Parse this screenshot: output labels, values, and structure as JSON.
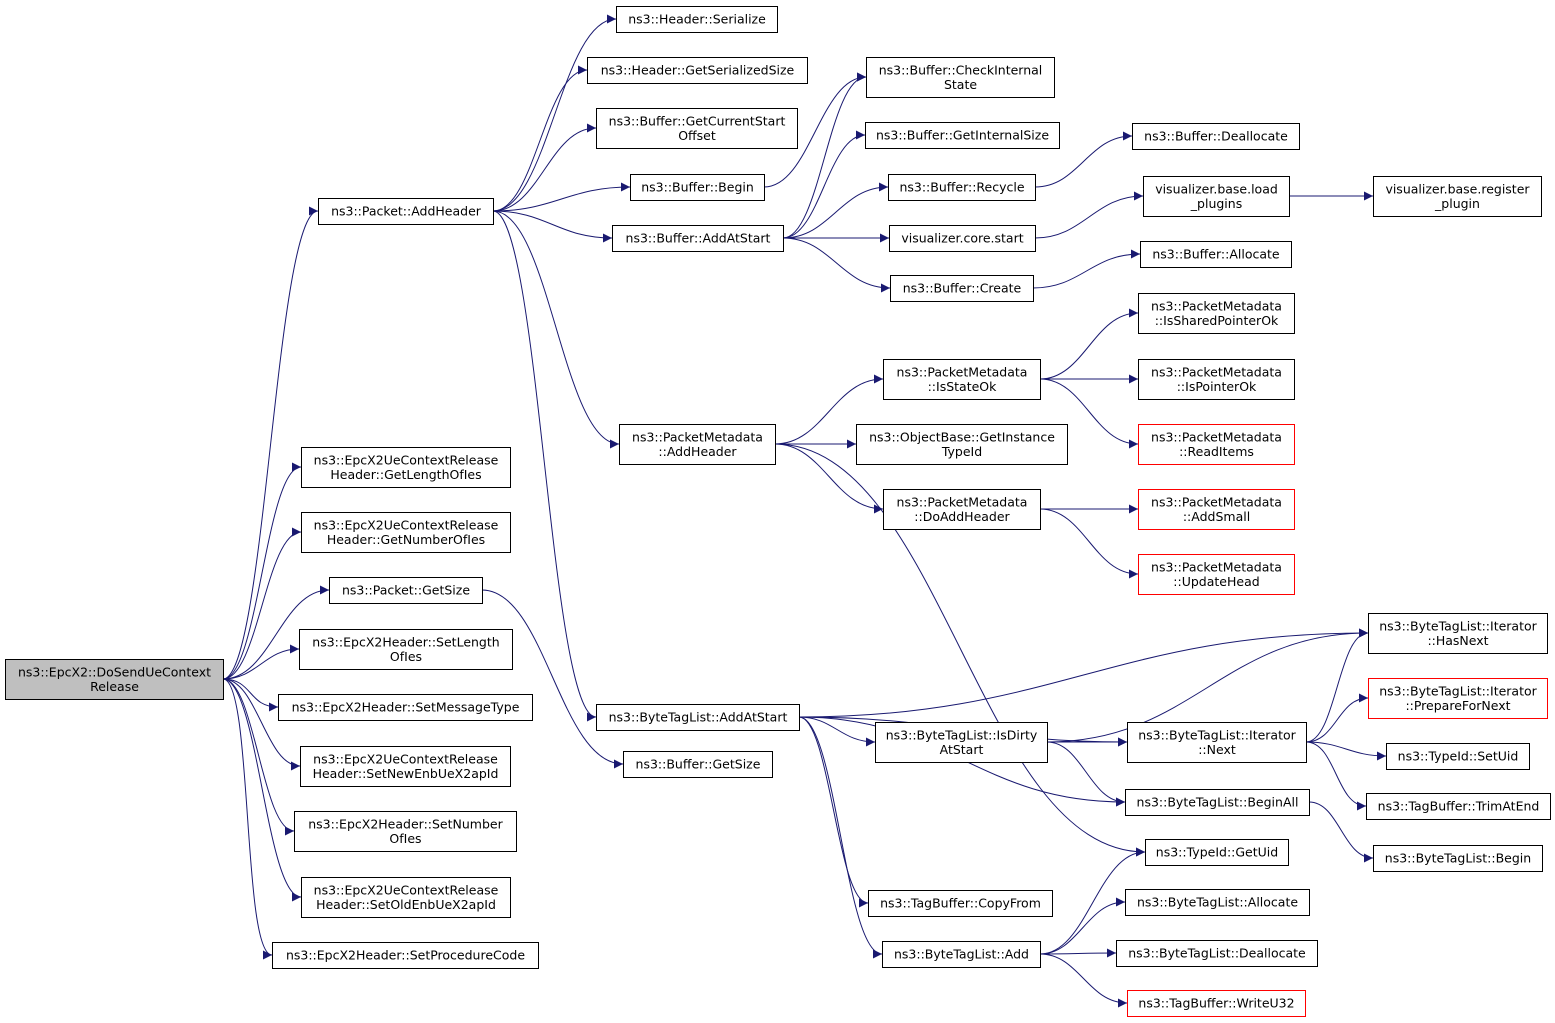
{
  "colors": {
    "edge": "#191970",
    "border": "#000000",
    "border_truncated": "#ff0000",
    "root_fill": "#bfbfbf",
    "node_fill": "#ffffff",
    "text": "#000000"
  },
  "root": "root",
  "nodes": {
    "root": [
      "ns3::EpcX2::DoSendUeContext",
      "Release"
    ],
    "packet_addheader": [
      "ns3::Packet::AddHeader"
    ],
    "ue_getlength": [
      "ns3::EpcX2UeContextRelease",
      "Header::GetLengthOfIes"
    ],
    "ue_getnumber": [
      "ns3::EpcX2UeContextRelease",
      "Header::GetNumberOfIes"
    ],
    "packet_getsize": [
      "ns3::Packet::GetSize"
    ],
    "hdr_setlength": [
      "ns3::EpcX2Header::SetLength",
      "OfIes"
    ],
    "hdr_setmsgtype": [
      "ns3::EpcX2Header::SetMessageType"
    ],
    "ue_setnewenb": [
      "ns3::EpcX2UeContextRelease",
      "Header::SetNewEnbUeX2apId"
    ],
    "hdr_setnumber": [
      "ns3::EpcX2Header::SetNumber",
      "OfIes"
    ],
    "ue_setoldenb": [
      "ns3::EpcX2UeContextRelease",
      "Header::SetOldEnbUeX2apId"
    ],
    "hdr_setproc": [
      "ns3::EpcX2Header::SetProcedureCode"
    ],
    "header_serialize": [
      "ns3::Header::Serialize"
    ],
    "header_getsersize": [
      "ns3::Header::GetSerializedSize"
    ],
    "buf_getcurstart": [
      "ns3::Buffer::GetCurrentStart",
      "Offset"
    ],
    "buf_begin": [
      "ns3::Buffer::Begin"
    ],
    "buf_addatstart": [
      "ns3::Buffer::AddAtStart"
    ],
    "pm_addheader": [
      "ns3::PacketMetadata",
      "::AddHeader"
    ],
    "btl_addatstart": [
      "ns3::ByteTagList::AddAtStart"
    ],
    "buf_getsize": [
      "ns3::Buffer::GetSize"
    ],
    "buf_checkinternal": [
      "ns3::Buffer::CheckInternal",
      "State"
    ],
    "buf_getinternalsize": [
      "ns3::Buffer::GetInternalSize"
    ],
    "buf_recycle": [
      "ns3::Buffer::Recycle"
    ],
    "vis_core_start": [
      "visualizer.core.start"
    ],
    "buf_create": [
      "ns3::Buffer::Create"
    ],
    "buf_deallocate": [
      "ns3::Buffer::Deallocate"
    ],
    "vis_load_plugins": [
      "visualizer.base.load",
      "_plugins"
    ],
    "vis_register_plugin": [
      "visualizer.base.register",
      "_plugin"
    ],
    "buf_allocate": [
      "ns3::Buffer::Allocate"
    ],
    "pm_isstateok": [
      "ns3::PacketMetadata",
      "::IsStateOk"
    ],
    "ob_getinstancetypeid": [
      "ns3::ObjectBase::GetInstance",
      "TypeId"
    ],
    "pm_doaddheader": [
      "ns3::PacketMetadata",
      "::DoAddHeader"
    ],
    "pm_issharedptrok": [
      "ns3::PacketMetadata",
      "::IsSharedPointerOk"
    ],
    "pm_ispointerok": [
      "ns3::PacketMetadata",
      "::IsPointerOk"
    ],
    "pm_readitems": [
      "ns3::PacketMetadata",
      "::ReadItems"
    ],
    "pm_addsmall": [
      "ns3::PacketMetadata",
      "::AddSmall"
    ],
    "pm_updatehead": [
      "ns3::PacketMetadata",
      "::UpdateHead"
    ],
    "btl_isdirtyatstart": [
      "ns3::ByteTagList::IsDirty",
      "AtStart"
    ],
    "tb_copyfrom": [
      "ns3::TagBuffer::CopyFrom"
    ],
    "btl_add": [
      "ns3::ByteTagList::Add"
    ],
    "it_hasnext": [
      "ns3::ByteTagList::Iterator",
      "::HasNext"
    ],
    "it_next": [
      "ns3::ByteTagList::Iterator",
      "::Next"
    ],
    "btl_beginall": [
      "ns3::ByteTagList::BeginAll"
    ],
    "typeid_getuid": [
      "ns3::TypeId::GetUid"
    ],
    "btl_allocate": [
      "ns3::ByteTagList::Allocate"
    ],
    "btl_deallocate": [
      "ns3::ByteTagList::Deallocate"
    ],
    "tb_writeu32": [
      "ns3::TagBuffer::WriteU32"
    ],
    "it_preparefornext": [
      "ns3::ByteTagList::Iterator",
      "::PrepareForNext"
    ],
    "typeid_setuid": [
      "ns3::TypeId::SetUid"
    ],
    "tb_trimatend": [
      "ns3::TagBuffer::TrimAtEnd"
    ],
    "btl_begin": [
      "ns3::ByteTagList::Begin"
    ]
  },
  "truncated": [
    "pm_readitems",
    "pm_addsmall",
    "pm_updatehead",
    "tb_writeu32",
    "it_preparefornext"
  ],
  "edges": [
    [
      "root",
      "packet_addheader"
    ],
    [
      "root",
      "ue_getlength"
    ],
    [
      "root",
      "ue_getnumber"
    ],
    [
      "root",
      "packet_getsize"
    ],
    [
      "root",
      "hdr_setlength"
    ],
    [
      "root",
      "hdr_setmsgtype"
    ],
    [
      "root",
      "ue_setnewenb"
    ],
    [
      "root",
      "hdr_setnumber"
    ],
    [
      "root",
      "ue_setoldenb"
    ],
    [
      "root",
      "hdr_setproc"
    ],
    [
      "packet_addheader",
      "header_serialize"
    ],
    [
      "packet_addheader",
      "header_getsersize"
    ],
    [
      "packet_addheader",
      "buf_getcurstart"
    ],
    [
      "packet_addheader",
      "buf_begin"
    ],
    [
      "packet_addheader",
      "buf_addatstart"
    ],
    [
      "packet_addheader",
      "pm_addheader"
    ],
    [
      "packet_addheader",
      "btl_addatstart"
    ],
    [
      "packet_getsize",
      "buf_getsize"
    ],
    [
      "buf_begin",
      "buf_checkinternal"
    ],
    [
      "buf_addatstart",
      "buf_checkinternal"
    ],
    [
      "buf_addatstart",
      "buf_getinternalsize"
    ],
    [
      "buf_addatstart",
      "buf_recycle"
    ],
    [
      "buf_addatstart",
      "vis_core_start"
    ],
    [
      "buf_addatstart",
      "buf_create"
    ],
    [
      "buf_recycle",
      "buf_deallocate"
    ],
    [
      "vis_core_start",
      "vis_load_plugins"
    ],
    [
      "vis_load_plugins",
      "vis_register_plugin"
    ],
    [
      "buf_create",
      "buf_allocate"
    ],
    [
      "pm_addheader",
      "pm_isstateok"
    ],
    [
      "pm_addheader",
      "ob_getinstancetypeid"
    ],
    [
      "pm_addheader",
      "pm_doaddheader"
    ],
    [
      "pm_addheader",
      "typeid_getuid"
    ],
    [
      "pm_isstateok",
      "pm_issharedptrok"
    ],
    [
      "pm_isstateok",
      "pm_ispointerok"
    ],
    [
      "pm_isstateok",
      "pm_readitems"
    ],
    [
      "pm_doaddheader",
      "pm_addsmall"
    ],
    [
      "pm_doaddheader",
      "pm_updatehead"
    ],
    [
      "btl_addatstart",
      "it_hasnext"
    ],
    [
      "btl_addatstart",
      "it_next"
    ],
    [
      "btl_addatstart",
      "btl_isdirtyatstart"
    ],
    [
      "btl_addatstart",
      "btl_beginall"
    ],
    [
      "btl_addatstart",
      "tb_copyfrom"
    ],
    [
      "btl_addatstart",
      "btl_add"
    ],
    [
      "btl_isdirtyatstart",
      "it_hasnext"
    ],
    [
      "btl_isdirtyatstart",
      "it_next"
    ],
    [
      "btl_isdirtyatstart",
      "btl_beginall"
    ],
    [
      "btl_add",
      "typeid_getuid"
    ],
    [
      "btl_add",
      "btl_allocate"
    ],
    [
      "btl_add",
      "btl_deallocate"
    ],
    [
      "btl_add",
      "tb_writeu32"
    ],
    [
      "it_next",
      "it_hasnext"
    ],
    [
      "it_next",
      "it_preparefornext"
    ],
    [
      "it_next",
      "typeid_setuid"
    ],
    [
      "it_next",
      "tb_trimatend"
    ],
    [
      "btl_beginall",
      "btl_begin"
    ]
  ]
}
